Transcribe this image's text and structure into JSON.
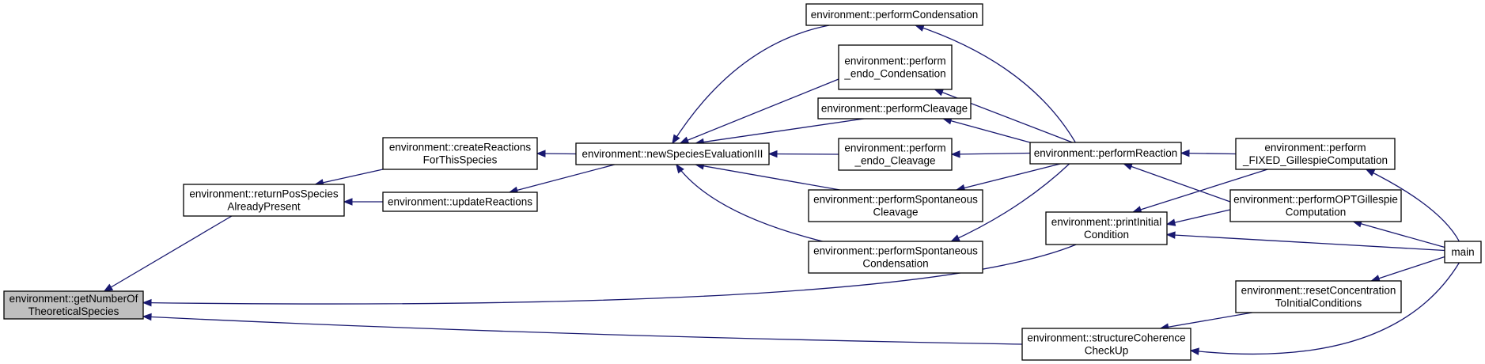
{
  "colors": {
    "edge": "#191970",
    "node_fill": "#ffffff",
    "highlight_fill": "#bfbfbf",
    "border": "#000000"
  },
  "nodes": [
    {
      "id": "getNumberOf",
      "lines": [
        "environment::getNumberOf",
        "TheoreticalSpecies"
      ],
      "highlight": true
    },
    {
      "id": "returnPos",
      "lines": [
        "environment::returnPosSpecies",
        "AlreadyPresent"
      ]
    },
    {
      "id": "createReactions",
      "lines": [
        "environment::createReactions",
        "ForThisSpecies"
      ]
    },
    {
      "id": "updateReactions",
      "lines": [
        "environment::updateReactions"
      ]
    },
    {
      "id": "newSpecies",
      "lines": [
        "environment::newSpeciesEvaluationIII"
      ]
    },
    {
      "id": "performCondensation",
      "lines": [
        "environment::performCondensation"
      ]
    },
    {
      "id": "endoCondensation",
      "lines": [
        "environment::perform",
        "_endo_Condensation"
      ]
    },
    {
      "id": "performCleavage",
      "lines": [
        "environment::performCleavage"
      ]
    },
    {
      "id": "endoCleavage",
      "lines": [
        "environment::perform",
        "_endo_Cleavage"
      ]
    },
    {
      "id": "spontCleavage",
      "lines": [
        "environment::performSpontaneous",
        "Cleavage"
      ]
    },
    {
      "id": "spontCondensation",
      "lines": [
        "environment::performSpontaneous",
        "Condensation"
      ]
    },
    {
      "id": "performReaction",
      "lines": [
        "environment::performReaction"
      ]
    },
    {
      "id": "printInitial",
      "lines": [
        "environment::printInitial",
        "Condition"
      ]
    },
    {
      "id": "structureCoherence",
      "lines": [
        "environment::structureCoherence",
        "CheckUp"
      ]
    },
    {
      "id": "fixedGillespie",
      "lines": [
        "environment::perform",
        "_FIXED_GillespieComputation"
      ]
    },
    {
      "id": "optGillespie",
      "lines": [
        "environment::performOPTGillespie",
        "Computation"
      ]
    },
    {
      "id": "resetConcentration",
      "lines": [
        "environment::resetConcentration",
        "ToInitialConditions"
      ]
    },
    {
      "id": "main",
      "lines": [
        "main"
      ]
    }
  ],
  "edges": [
    {
      "from": "returnPos",
      "to": "getNumberOf"
    },
    {
      "from": "printInitial",
      "to": "getNumberOf"
    },
    {
      "from": "structureCoherence",
      "to": "getNumberOf"
    },
    {
      "from": "createReactions",
      "to": "returnPos"
    },
    {
      "from": "updateReactions",
      "to": "returnPos"
    },
    {
      "from": "newSpecies",
      "to": "createReactions"
    },
    {
      "from": "newSpecies",
      "to": "updateReactions"
    },
    {
      "from": "performCondensation",
      "to": "newSpecies"
    },
    {
      "from": "endoCondensation",
      "to": "newSpecies"
    },
    {
      "from": "performCleavage",
      "to": "newSpecies"
    },
    {
      "from": "endoCleavage",
      "to": "newSpecies"
    },
    {
      "from": "spontCleavage",
      "to": "newSpecies"
    },
    {
      "from": "spontCondensation",
      "to": "newSpecies"
    },
    {
      "from": "performReaction",
      "to": "performCondensation"
    },
    {
      "from": "performReaction",
      "to": "endoCondensation"
    },
    {
      "from": "performReaction",
      "to": "performCleavage"
    },
    {
      "from": "performReaction",
      "to": "endoCleavage"
    },
    {
      "from": "performReaction",
      "to": "spontCleavage"
    },
    {
      "from": "performReaction",
      "to": "spontCondensation"
    },
    {
      "from": "fixedGillespie",
      "to": "performReaction"
    },
    {
      "from": "optGillespie",
      "to": "performReaction"
    },
    {
      "from": "fixedGillespie",
      "to": "printInitial"
    },
    {
      "from": "optGillespie",
      "to": "printInitial"
    },
    {
      "from": "main",
      "to": "printInitial"
    },
    {
      "from": "main",
      "to": "fixedGillespie"
    },
    {
      "from": "main",
      "to": "optGillespie"
    },
    {
      "from": "main",
      "to": "resetConcentration"
    },
    {
      "from": "resetConcentration",
      "to": "structureCoherence"
    },
    {
      "from": "main",
      "to": "structureCoherence"
    }
  ]
}
